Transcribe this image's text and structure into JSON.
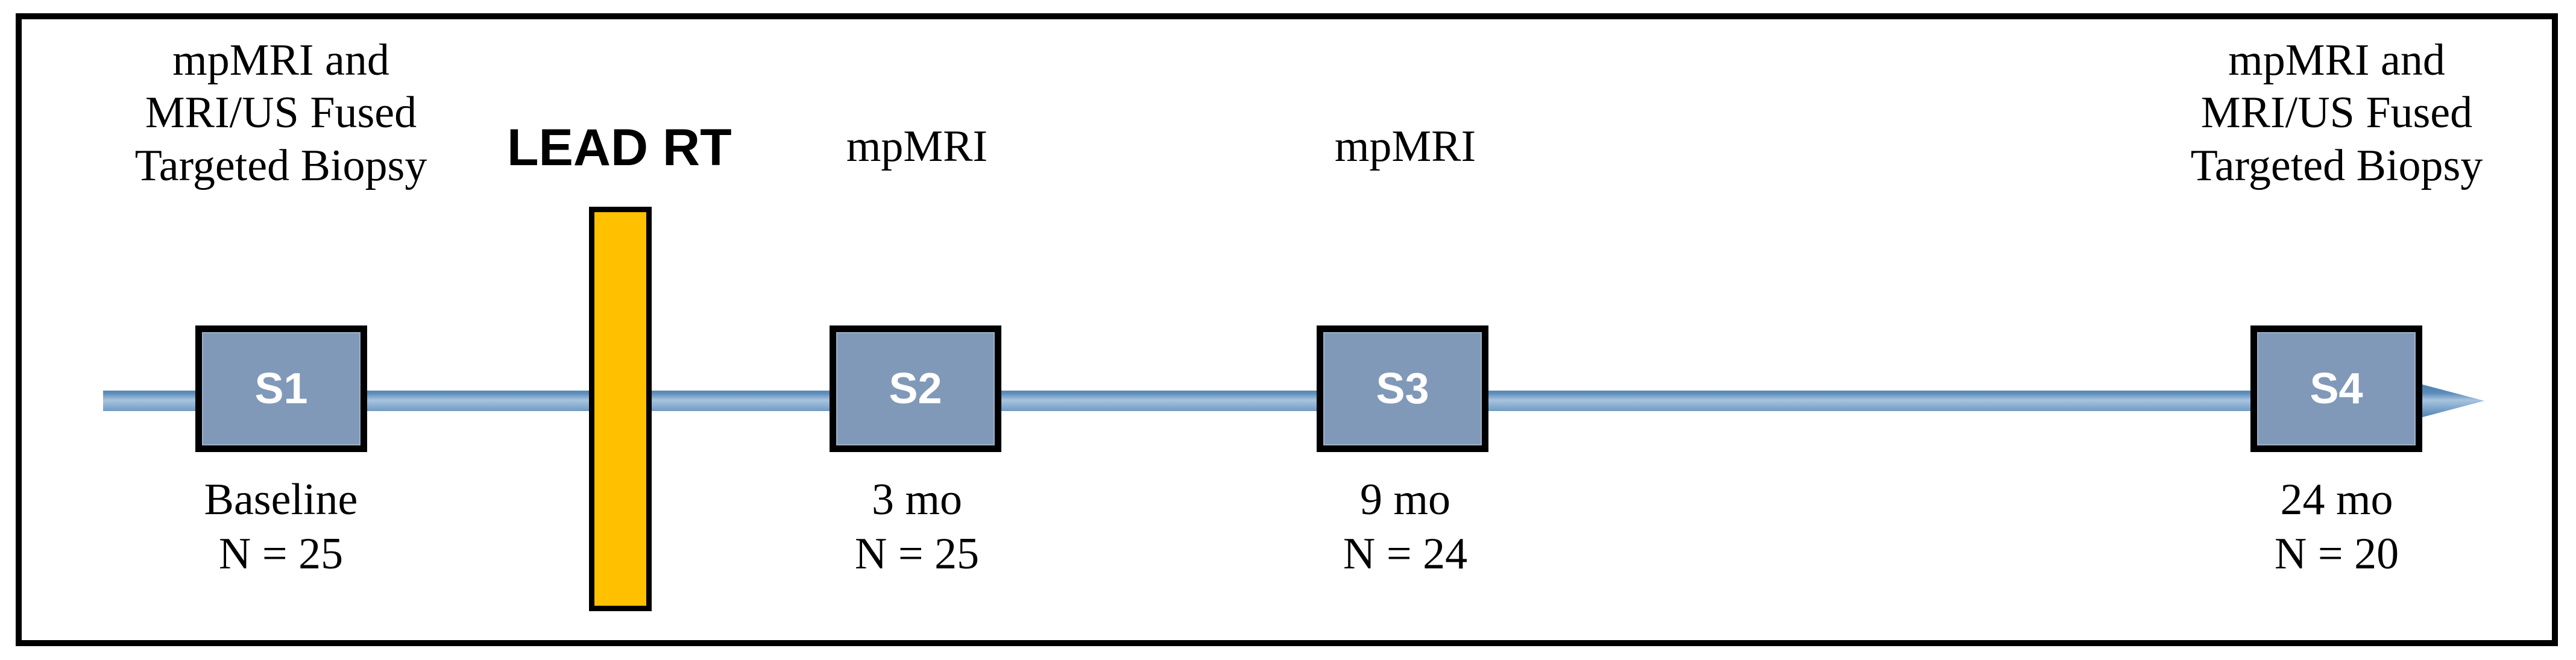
{
  "figure": {
    "type": "study-timeline-diagram",
    "title": "",
    "colors": {
      "frame_border": "#000000",
      "milestone_fill": "#8199b8",
      "milestone_border": "#000000",
      "milestone_text": "#ffffff",
      "timeline_arrow": "#5b8cba",
      "timeline_arrow_light": "#9dbbd8",
      "intervention_fill": "#ffc000",
      "intervention_border": "#000000",
      "text": "#000000",
      "background": "#ffffff"
    }
  },
  "intervention": {
    "label": "LEAD RT",
    "name": "intervention-bar"
  },
  "timeline": {
    "arrow_direction": "right",
    "milestones": [
      {
        "id": "S1",
        "label": "S1",
        "above": "mpMRI and\nMRI/US Fused\nTargeted Biopsy",
        "timepoint": "Baseline",
        "count": "N = 25"
      },
      {
        "id": "S2",
        "label": "S2",
        "above": "mpMRI",
        "timepoint": "3 mo",
        "count": "N = 25"
      },
      {
        "id": "S3",
        "label": "S3",
        "above": "mpMRI",
        "timepoint": "9 mo",
        "count": "N = 24"
      },
      {
        "id": "S4",
        "label": "S4",
        "above": "mpMRI and\nMRI/US Fused\nTargeted Biopsy",
        "timepoint": "24 mo",
        "count": "N = 20"
      }
    ]
  }
}
